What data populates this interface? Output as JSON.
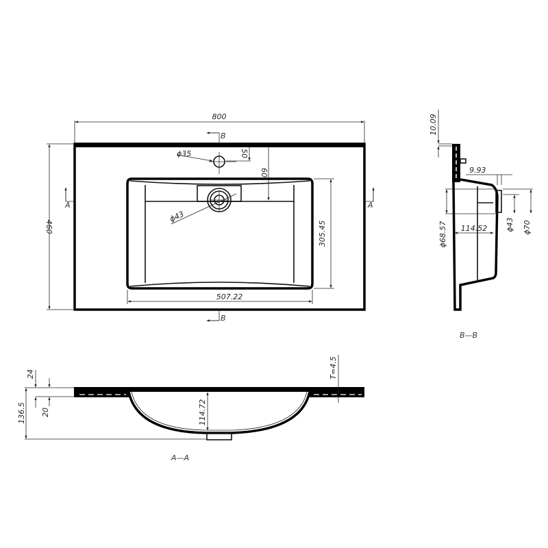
{
  "drawing": {
    "type": "technical drawing - washbasin",
    "plan_view": {
      "overall_width": "800",
      "overall_depth": "460",
      "tap_hole_diameter": "ϕ35",
      "tap_hole_offset": "50",
      "bowl_offset": "60",
      "drain_diameter": "ϕ43",
      "bowl_width": "507.22",
      "bowl_depth": "305.45",
      "section_a_left": "A",
      "section_a_right": "A",
      "section_b_top": "B",
      "section_b_bottom": "B"
    },
    "section_aa": {
      "label": "A—A",
      "rim_thickness_outer": "24",
      "rim_thickness_inner": "20",
      "total_height": "136.5",
      "bowl_depth": "114.72",
      "wall_thickness": "T=4.5"
    },
    "section_bb": {
      "label": "B—B",
      "top_offset": "10.09",
      "overflow_offset": "9.93",
      "drain_outer_diameter": "ϕ68.57",
      "bowl_depth": "114.52",
      "drain_diameter": "ϕ43",
      "drain_flange_diameter": "ϕ70"
    }
  }
}
